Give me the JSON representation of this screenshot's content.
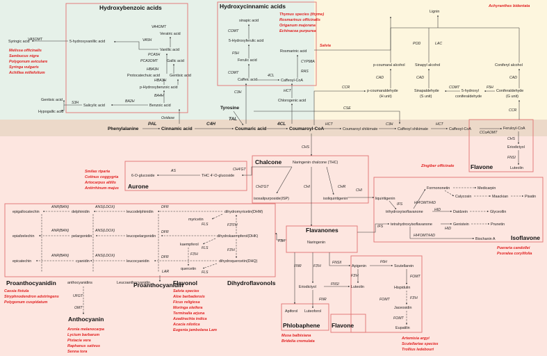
{
  "colors": {
    "green": "#e6f1e9",
    "yellow": "#fdf6de",
    "pink": "#fde6e0",
    "band": "#ecd9c9",
    "red": "#e02020",
    "box": "#e07070"
  },
  "titles": {
    "hbz": "Hydroxybenzoic acids",
    "hcn": "Hydroxycinnamic acids",
    "chalcone": "Chalcone",
    "aurone": "Aurone",
    "flavanones": "Flavanones",
    "isoflavone": "Isoflavone",
    "flavone_top": "Flavone",
    "proanthocyanidin_l": "Proanthocyanidin",
    "proanthocyanidin_c": "Proanthocyanidin",
    "anthocyanin": "Anthocyanin",
    "flavonol": "Flavonol",
    "dihydroflavonols": "Dihydroflavonols",
    "phlobaphene": "Phlobaphene",
    "flavone_bot": "Flavone"
  },
  "compounds": {
    "veratric": "Veratric acid",
    "vanillic": "Vanillic acid",
    "syringic": "Syringic acid",
    "hydroxyvanillic": "5-hydroxyvanillic acid",
    "gallic": "Gallic acid",
    "protocatechuic": "Protocatechuic acid",
    "gentisic_r": "Gentisic acid",
    "phba": "p-Hydroxybenzoic acid",
    "benzoic": "Benzoic acid",
    "salicylic": "Salicylic acid",
    "gentisic_l": "Gentisic acid",
    "hypogallic": "Hypogallic acid",
    "sinapic": "sinapic acid",
    "hfa": "5-Hydroxyferulic acid",
    "ferulic": "Ferulic acid",
    "caffeic": "Caffeic acid",
    "rosmarinic": "Rosmarinic acid",
    "caffeoylcoa_top": "Caffeoyl-CoA",
    "chlorogenic": "Chlorogenic acid",
    "lignin": "Lignin",
    "pcoumaralcohol": "p-coumaral alcohol",
    "sinapylalcohol": "Sinapyl alcohol",
    "coniferylalcohol": "Coniferyl alcohol",
    "pcoumaraldehyde": "p-coumaraldehyde",
    "h_unit": "(H unit)",
    "sinapaldehyde": "Sinapaldehyde",
    "s_unit": "(S unit)",
    "hydroxyconif1": "5-hydroxyl",
    "hydroxyconif2": "coniferaldehyde",
    "coniferaldehyde": "Coniferaldehyde",
    "g_unit": "(G unit)",
    "phenylalanine": "Phenylalanine",
    "cinnamic": "Cinnamic acid",
    "coumaric": "Coumaric acid",
    "coumaroylcoa": "Coumaroyl-CoA",
    "tyrosine": "Tyrosine",
    "coumaroylshik": "Coumaroyl shikimate",
    "caffeoylshik": "Caffeoyl shikimate",
    "caffeoylcoa": "Caffeoyl-CoA",
    "feruloylcoa": "Feruloyl-CoA",
    "eriodictyol_top": "Eriodictyol",
    "luteolin_top": "Luteolin",
    "thc": "Naringenin chalcone (THC)",
    "thcglu": "THC 4'-O-glucoside",
    "glucoside6": "6-O-glucoside",
    "isp": "isosalipurposide(ISP)",
    "isoliquiritigenin": "isoliquiritigenin",
    "liquiritigenin": "liquiritigenin",
    "formononetin": "Formononetin",
    "medicarpin": "Medicarpin",
    "calycosin": "Calycosin",
    "maackian": "Maackian",
    "pisatin": "Pisatin",
    "trihydroxyiso": "trihydroxyisoflavanone",
    "daidzein": "Daidzein",
    "glyceollin": "Glyceollin",
    "tetrahydroxyiso": "tetrahydroxyisoflavanone",
    "genistein": "Genistein",
    "prunetin": "Prunetin",
    "biochanin": "Biochanin A",
    "naringenin": "Naringenin",
    "epigallocatechin": "epigallocatechin",
    "delphinidin": "delphinidin",
    "leucodelphinidin": "leucodelphinidin",
    "myricetin": "myricetin",
    "dhm": "dihydromyricetin(DHM)",
    "epiafzelechin": "epiafzelechin",
    "pelargonidin": "pelargonidin",
    "leucopelargonidin": "leucopelargonidin",
    "kaempferol": "kaempferol",
    "dhk": "dihydrokaempferol(DHK)",
    "epicatechin": "epicatechin",
    "cyanidin": "cyanidin",
    "leucocyanidin": "leucocyanidin",
    "quercetin": "quercetin",
    "dhq": "dihydroquercetin(DHQ)",
    "anthocyanidins": "anthocyanidins",
    "leucoanthocyanidin": "Leucoanthocyanidin",
    "eriodictyol": "Eriodictyol",
    "luteolin": "Luteolin",
    "apiforol": "Apiforol",
    "luteoforol": "Luteoforol",
    "apigenin": "Apigenin",
    "scutellarein": "Scutellarein",
    "hispidulin": "Hispidulin",
    "jaceosidin": "Jaceosidin",
    "eupatilin": "Eupatilin"
  },
  "enzymes": {
    "va4omt": "VA4OMT",
    "va5h": "VA5H",
    "va5omt": "VA5OMT",
    "pca3omt": "PCA3OMT",
    "pca5h": "PCA5H",
    "hba3h_a": "HBA3H",
    "hba3h_b": "HBA3H",
    "ba4h": "BA4H",
    "ba2h": "BA2H",
    "s3h": "S3H",
    "oxidase": "Oxidase",
    "comt_a": "COMT",
    "f5h_a": "F5H",
    "comt_b": "COMT",
    "c3h_a": "C3H",
    "cyp98a": "CYP98A",
    "ras": "RAS",
    "fourcl_a": "4CL",
    "hct_a": "HCT",
    "pod": "POD",
    "lac": "LAC",
    "cad_a": "CAD",
    "cad_b": "CAD",
    "cad_c": "CAD",
    "ccr_a": "CCR",
    "comt_c": "COMT",
    "f5h_b": "F5H",
    "ccr_b": "CCR",
    "cse": "CSE",
    "pal": "PAL",
    "c4h": "C4H",
    "tal": "TAL",
    "fourcl_b": "4CL",
    "hct_b": "HCT",
    "c3h_b": "C3H",
    "hct_c": "HCT",
    "ccoaomt": "CCoAOMT",
    "chs_a": "CHS",
    "fnsi_a": "FNSI",
    "chs_b": "CHS",
    "as": "AS",
    "ch4gt": "CH4'GT",
    "ch2gt": "CH2'GT",
    "chi_a": "CHI",
    "chr": "CHR",
    "chi_b": "CHI",
    "ifs_a": "IFS",
    "hi4omt": "HI4'OMT/HID",
    "hid_a": "HID",
    "ifs_b": "IFS",
    "hid_b": "HID",
    "hi4omt_b": "HI4'OMT/HID",
    "anr_a": "ANR(BAN)",
    "ans_a": "ANS(LDOX)",
    "dfr_a": "DFR",
    "fls_a": "FLS",
    "f35h": "F3'5'H",
    "anr_b": "ANR(BAN)",
    "ans_b": "ANS(LDOX)",
    "dfr_b": "DFR",
    "fls_b": "FLS",
    "f3h_a": "F3H",
    "anr_c": "ANR(BAN)",
    "ans_c": "ANS(LDOX)",
    "dfr_c": "DFR",
    "f3ph_a": "F3'H",
    "fls_c": "FLS",
    "f3ph_b": "F3'H",
    "ufgt": "UFGT",
    "omt": "OMT",
    "lar": "LAR",
    "fnr_a": "FNR",
    "f3ph_c": "F3'H",
    "fnsii": "FNSII",
    "fnsi_b": "FNSI",
    "fnr_b": "FNR",
    "f6h": "F6H",
    "fomt_a": "FOMT",
    "f3ph_d": "F3'H",
    "fomt_b": "FOMT",
    "f3ph_e": "F3'H",
    "fomt_c": "FOMT",
    "f3h_b": "F3H"
  },
  "species": {
    "hbz": [
      "Melissa officinalis",
      "Sambucus nigra",
      "Polygonum aviculare",
      "Syringa vulgaris",
      "Achillea millefolium"
    ],
    "hcn": [
      "Thymus species (thyme)",
      "Rosmarinus officinalis",
      "Origanum majorana",
      "Echinacea purpurea"
    ],
    "salvia": "Salvia",
    "achyranthes": "Achyranthes bidentata",
    "zingiber": "Zingiber officinale",
    "aurone": [
      "Smilax riparia",
      "Cotinus coggygria",
      "Artocarpus altilis",
      "Antirrhinum majus"
    ],
    "pueraria": [
      "Pueraria candollei",
      "Psoralea corylifolia"
    ],
    "proanthocyanidin": [
      "Cassia fistula",
      "Stryphnodendron adstringens",
      "Polygonum cuspidatum"
    ],
    "anthocyanin": [
      "Aronia melanocarpa",
      "Lycium barbarum",
      "Pistacia vera",
      "Raphanus sativus",
      "Senna tora"
    ],
    "flavonol": [
      "Salvia species",
      "Aloe barbadensis",
      "Ficus religiosa",
      "Moringa oleifera",
      "Terminalia arjuna",
      "Azadirachta indica",
      "Acacia nilotica",
      "Eugenia jambolana Lam"
    ],
    "phlobaphene": [
      "Musa balbisiana",
      "Bridelia cremulata"
    ],
    "flavone": [
      "Artemisia argyi",
      "Scutellariae species",
      "Trollius ledebouri"
    ]
  }
}
